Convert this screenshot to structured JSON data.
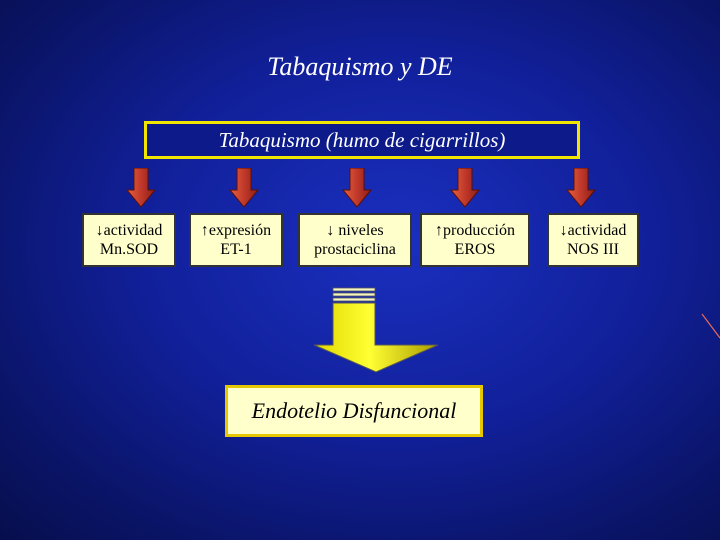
{
  "title": "Tabaquismo y DE",
  "source": "Tabaquismo (humo de cigarrillos)",
  "effects": [
    {
      "line1": "↓actividad",
      "line2": "Mn.SOD"
    },
    {
      "line1": "↑expresión",
      "line2": "ET-1"
    },
    {
      "line1": "↓ niveles",
      "line2": "prostaciclina"
    },
    {
      "line1": "↑producción",
      "line2": "EROS"
    },
    {
      "line1": "↓actividad",
      "line2": "NOS III"
    }
  ],
  "result": "Endotelio Disfuncional",
  "colors": {
    "background": "#11209a",
    "border_yellow": "#f2e600",
    "box_fill": "#ffffcc",
    "arrow_red": "#c0392b"
  }
}
